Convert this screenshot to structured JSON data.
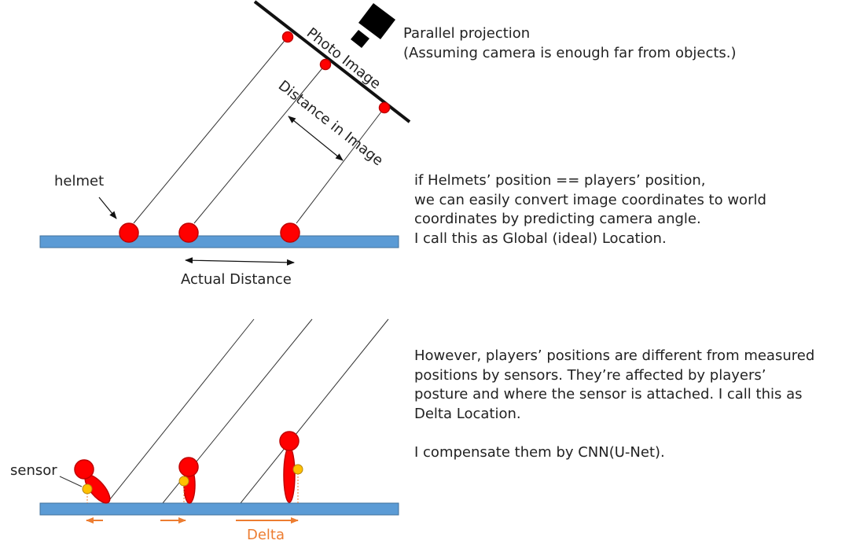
{
  "colors": {
    "ground": "#5b9bd5",
    "ground_stroke": "#41719c",
    "helmet": "#ff0000",
    "helmet_stroke": "#c00000",
    "sensor": "#ffc000",
    "delta": "#ed7d31",
    "line": "#333333",
    "camera": "#000000"
  },
  "icons": {
    "camera": "camera-icon"
  },
  "labels": {
    "photo_image": "Photo Image",
    "distance_in_image": "Distance in Image",
    "helmet": "helmet",
    "actual_distance": "Actual Distance",
    "sensor": "sensor",
    "delta": "Delta"
  },
  "notes": {
    "projection": [
      "Parallel projection",
      "(Assuming camera is enough far from objects.)"
    ],
    "global": [
      "if Helmets’ position == players’ position,",
      "we can easily convert image coordinates to world",
      "coordinates by  predicting camera angle.",
      "I call this as Global (ideal) Location."
    ],
    "delta": [
      "However, players’ positions are different from measured",
      "positions by sensors. They’re affected by players’",
      "posture and where the sensor is attached. I call this as",
      "Delta Location.",
      "",
      "I compensate them by CNN(U-Net)."
    ]
  }
}
